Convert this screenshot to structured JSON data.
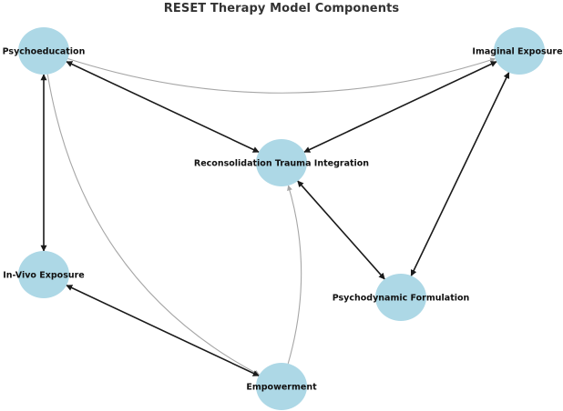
{
  "title": "RESET Therapy Model Components",
  "colors": {
    "node_fill": "#add8e6",
    "strong_edge": "#1a1a1a",
    "weak_edge": "#a6a6a6",
    "title_text": "#333333",
    "label_text": "#111111"
  },
  "nodes": [
    {
      "id": "psychoeducation",
      "label": "Psychoeducation"
    },
    {
      "id": "imaginal",
      "label": "Imaginal Exposure"
    },
    {
      "id": "reconsolidation",
      "label": "Reconsolidation Trauma Integration"
    },
    {
      "id": "invivo",
      "label": "In-Vivo Exposure"
    },
    {
      "id": "psychodynamic",
      "label": "Psychodynamic Formulation"
    },
    {
      "id": "empowerment",
      "label": "Empowerment"
    }
  ],
  "edges": [
    {
      "from": "psychoeducation",
      "to": "imaginal",
      "style": "weak",
      "direction": "forward"
    },
    {
      "from": "psychoeducation",
      "to": "empowerment",
      "style": "weak",
      "direction": "forward"
    },
    {
      "from": "empowerment",
      "to": "reconsolidation",
      "style": "weak",
      "direction": "forward"
    },
    {
      "from": "psychoeducation",
      "to": "reconsolidation",
      "style": "strong",
      "direction": "both"
    },
    {
      "from": "psychoeducation",
      "to": "invivo",
      "style": "strong",
      "direction": "both"
    },
    {
      "from": "imaginal",
      "to": "reconsolidation",
      "style": "strong",
      "direction": "both"
    },
    {
      "from": "imaginal",
      "to": "psychodynamic",
      "style": "strong",
      "direction": "both"
    },
    {
      "from": "reconsolidation",
      "to": "psychodynamic",
      "style": "strong",
      "direction": "both"
    },
    {
      "from": "invivo",
      "to": "empowerment",
      "style": "strong",
      "direction": "both"
    }
  ]
}
